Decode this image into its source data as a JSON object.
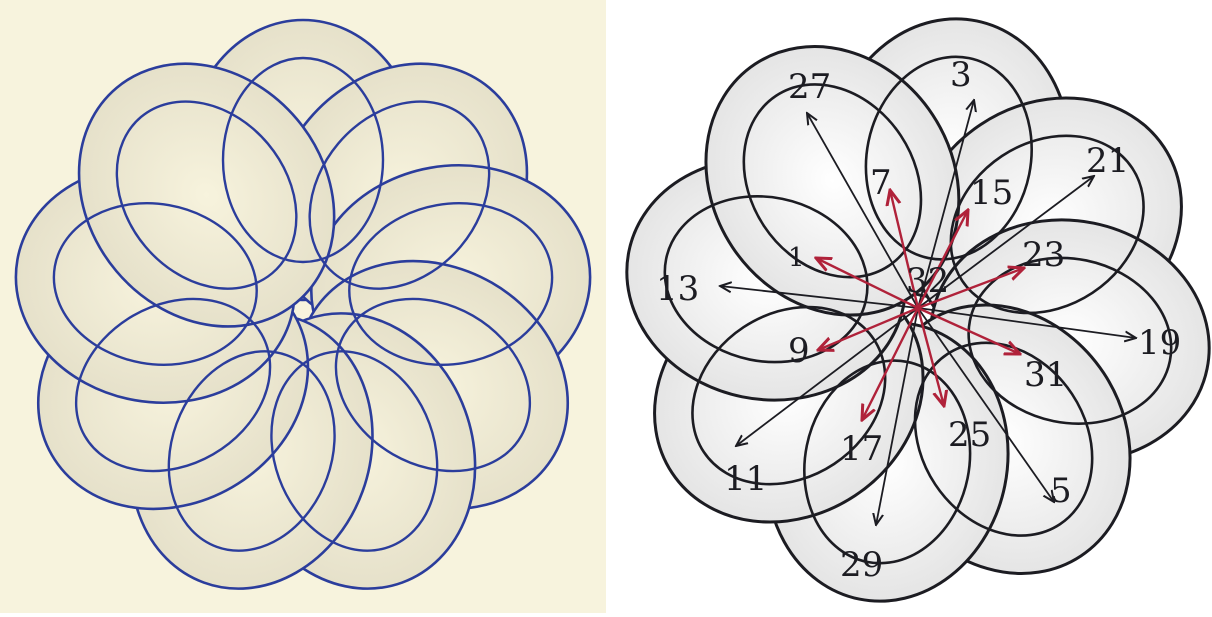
{
  "colors": {
    "left_paper": "#f7f3dd",
    "left_ink": "#2b3d9c",
    "right_ink": "#1c1c22",
    "inner_arrow": "#b0223a",
    "shade": "#d6d2c4"
  },
  "left_panel": {
    "description_free": true
  },
  "right_panel": {
    "center_label": "32",
    "outer_labels": [
      "27",
      "3",
      "21",
      "13",
      "19",
      "11",
      "29",
      "5"
    ],
    "inner_labels": [
      "7",
      "15",
      "1",
      "23",
      "9",
      "31",
      "17",
      "25"
    ]
  }
}
